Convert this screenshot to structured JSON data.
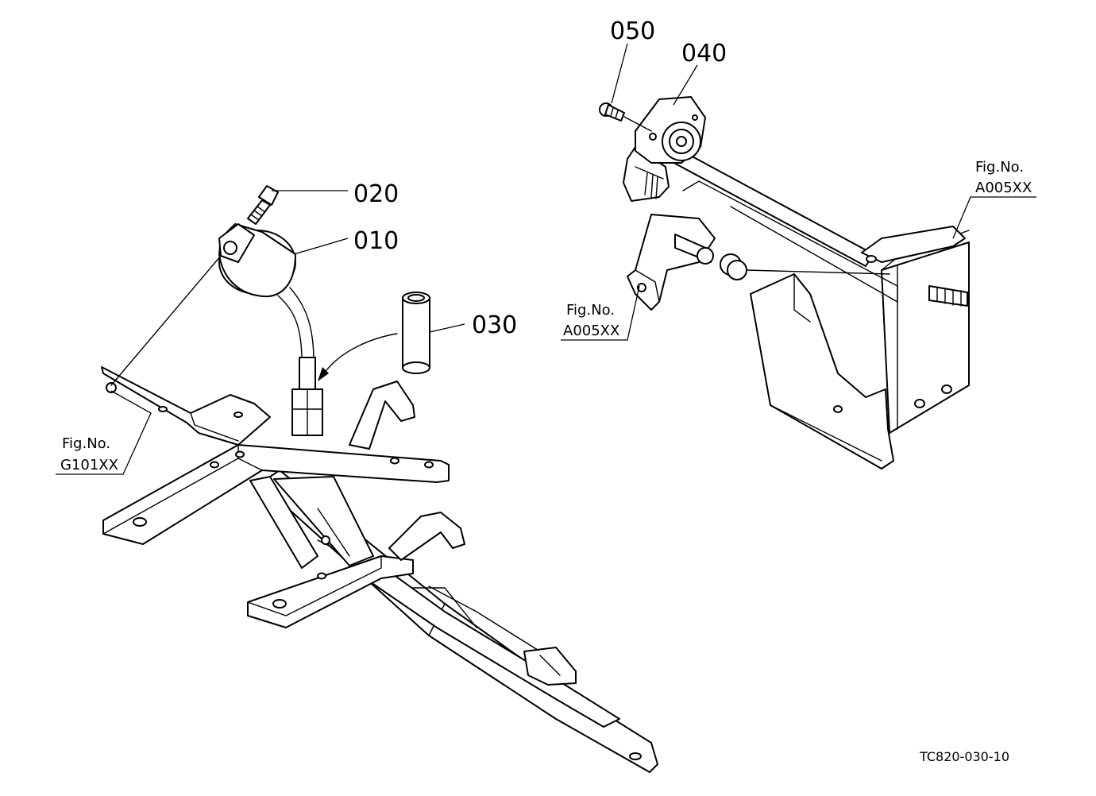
{
  "parts": [
    {
      "id": "010"
    },
    {
      "id": "020"
    },
    {
      "id": "030"
    },
    {
      "id": "040"
    },
    {
      "id": "050"
    }
  ],
  "figure_refs": [
    {
      "label": "Fig.No.",
      "code": "G101XX"
    },
    {
      "label": "Fig.No.",
      "code": "A005XX"
    },
    {
      "label": "Fig.No.",
      "code": "A005XX"
    }
  ],
  "drawing_number": "TC820-030-10",
  "colors": {
    "ink": "#000000",
    "paper": "#ffffff"
  }
}
